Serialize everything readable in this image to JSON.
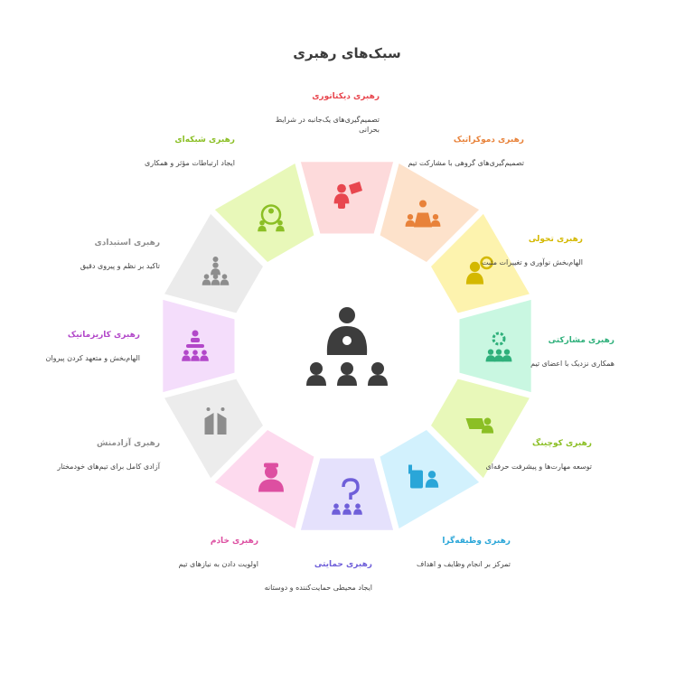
{
  "title": "سبک‌های رهبری",
  "styles": [
    {
      "title": "رهبری دیکتاتوری",
      "desc": "تصمیم‌گیری‌های یک‌جانبه در شرایط بحرانی",
      "color": "#e8474f",
      "fill": "#fddadb",
      "icon": "presenter-pointing-icon"
    },
    {
      "title": "رهبری دموکراتیک",
      "desc": "تصمیم‌گیری‌های گروهی با مشارکت تیم",
      "color": "#e8823a",
      "fill": "#fde2cb",
      "icon": "team-meeting-icon"
    },
    {
      "title": "رهبری تحولی",
      "desc": "الهام‌بخش نوآوری و تغییرات مثبت",
      "color": "#d4b800",
      "fill": "#fdf3ae",
      "icon": "transformation-person-icon"
    },
    {
      "title": "رهبری مشارکتی",
      "desc": "همکاری نزدیک با اعضای تیم",
      "color": "#2fb07b",
      "fill": "#c9f7e1",
      "icon": "collaboration-gear-icon"
    },
    {
      "title": "رهبری کوچینگ",
      "desc": "توسعه مهارت‌ها و پیشرفت حرفه‌ای",
      "color": "#8bbf25",
      "fill": "#e8f8b9",
      "icon": "coaching-laptop-icon"
    },
    {
      "title": "رهبری وظیفه‌گرا",
      "desc": "تمرکز بر انجام وظایف و اهداف",
      "color": "#2aa6d8",
      "fill": "#d2f1fd",
      "icon": "task-board-icon"
    },
    {
      "title": "رهبری حمایتی",
      "desc": "ایجاد محیطی حمایت‌کننده و دوستانه",
      "color": "#6f5fd9",
      "fill": "#e5e1fc",
      "icon": "support-question-icon"
    },
    {
      "title": "رهبری خادم",
      "desc": "اولویت دادن به نیازهای تیم",
      "color": "#dd4fa1",
      "fill": "#fddaee",
      "icon": "servant-person-icon"
    },
    {
      "title": "رهبری آزادمنش",
      "desc": "آزادی کامل برای تیم‌های خودمختار",
      "color": "#8d8d8d",
      "fill": "#ececec",
      "icon": "freedom-hands-icon"
    },
    {
      "title": "رهبری کاریزماتیک",
      "desc": "الهام‌بخش و متعهد کردن پیروان",
      "color": "#b247c9",
      "fill": "#f4ddfb",
      "icon": "charismatic-pyramid-icon"
    },
    {
      "title": "رهبری استبدادی",
      "desc": "تاکید بر نظم و پیروی دقیق",
      "color": "#8d8d8d",
      "fill": "#ebebeb",
      "icon": "authoritarian-group-icon"
    },
    {
      "title": "رهبری شبکه‌ای",
      "desc": "ایجاد ارتباطات مؤثر و همکاری",
      "color": "#8bbf25",
      "fill": "#e8f8b9",
      "icon": "network-people-icon"
    }
  ],
  "center_icon": "leader-with-team-icon"
}
